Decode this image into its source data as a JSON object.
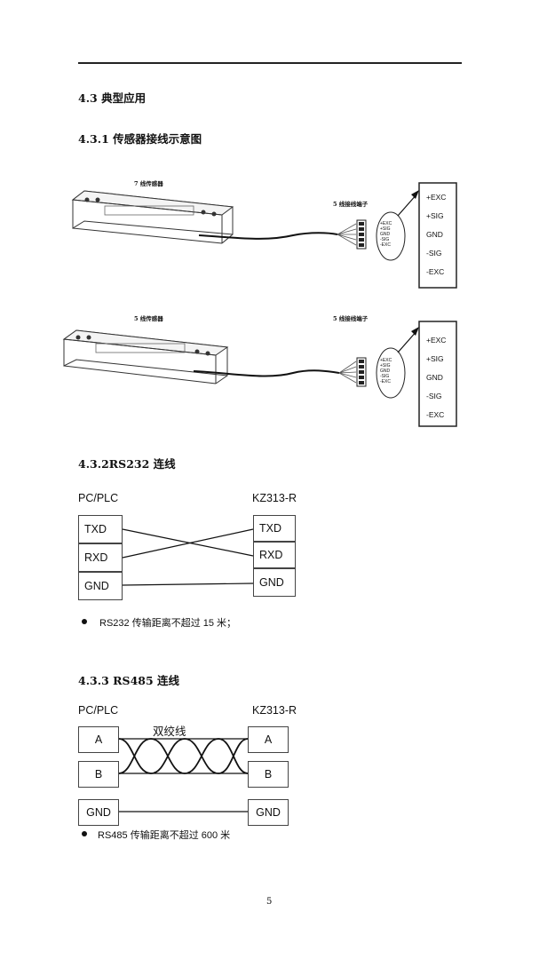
{
  "sections": {
    "s43": "4.3 典型应用",
    "s431": "4.3.1 传感器接线示意图",
    "s432": "4.3.2RS232 连线",
    "s433": "4.3.3 RS485 连线"
  },
  "sensor_diagram": {
    "sensor1_label": "7 线传感器",
    "sensor1_terminal": "5 线接线端子",
    "sensor2_label": "5 线传感器",
    "sensor2_terminal": "5 线接线端子",
    "pins": [
      "+EXC",
      "+SIG",
      "GND",
      "-SIG",
      "-EXC"
    ],
    "mini_pins": [
      "+EXC",
      "+SIG",
      "GND",
      "-SIG",
      "-EXC"
    ]
  },
  "rs232": {
    "left_title": "PC/PLC",
    "right_title": "KZ313-R",
    "left": [
      "TXD",
      "RXD",
      "GND"
    ],
    "right": [
      "TXD",
      "RXD",
      "GND"
    ],
    "note": "RS232  传输距离不超过  15  米；"
  },
  "rs485": {
    "left_title": "PC/PLC",
    "right_title": "KZ313-R",
    "twisted_label": "双绞线",
    "left": [
      "A",
      "B",
      "GND"
    ],
    "right": [
      "A",
      "B",
      "GND"
    ],
    "note": "RS485 传输距离不超过 600 米"
  },
  "page_number": "5"
}
